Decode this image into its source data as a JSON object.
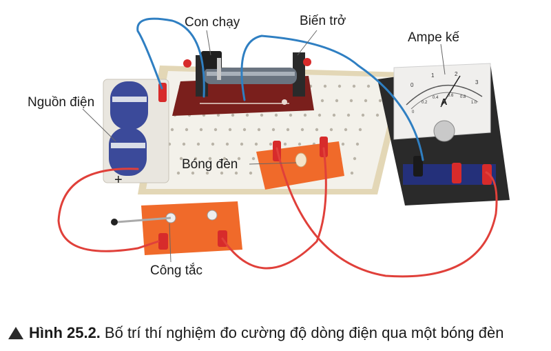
{
  "labels": {
    "con_chay": "Con chạy",
    "bien_tro": "Biến trở",
    "ampe_ke": "Ampe kế",
    "nguon_dien": "Nguồn điện",
    "bong_den": "Bóng đèn",
    "cong_tac": "Công tắc",
    "plus_sign": "+"
  },
  "meter": {
    "unit": "A",
    "scale_top": [
      "0",
      "1",
      "2",
      "3"
    ],
    "scale_bottom": [
      "0",
      "0.2",
      "0.4",
      "0.6",
      "0.8",
      "1.0"
    ]
  },
  "caption": {
    "figure_number": "Hình 25.2.",
    "text": "Bố trí thí nghiệm đo cường độ dòng điện qua một bóng đèn"
  },
  "colors": {
    "board": "#f3f1ea",
    "board_frame": "#e3d7b6",
    "rheostat_base": "#7a1f1c",
    "orange_block": "#f06a2a",
    "red_wire": "#e0403a",
    "blue_wire": "#2f7fc2",
    "meter_body": "#2a2a2a",
    "caption_triangle": "#2a2a2a"
  }
}
